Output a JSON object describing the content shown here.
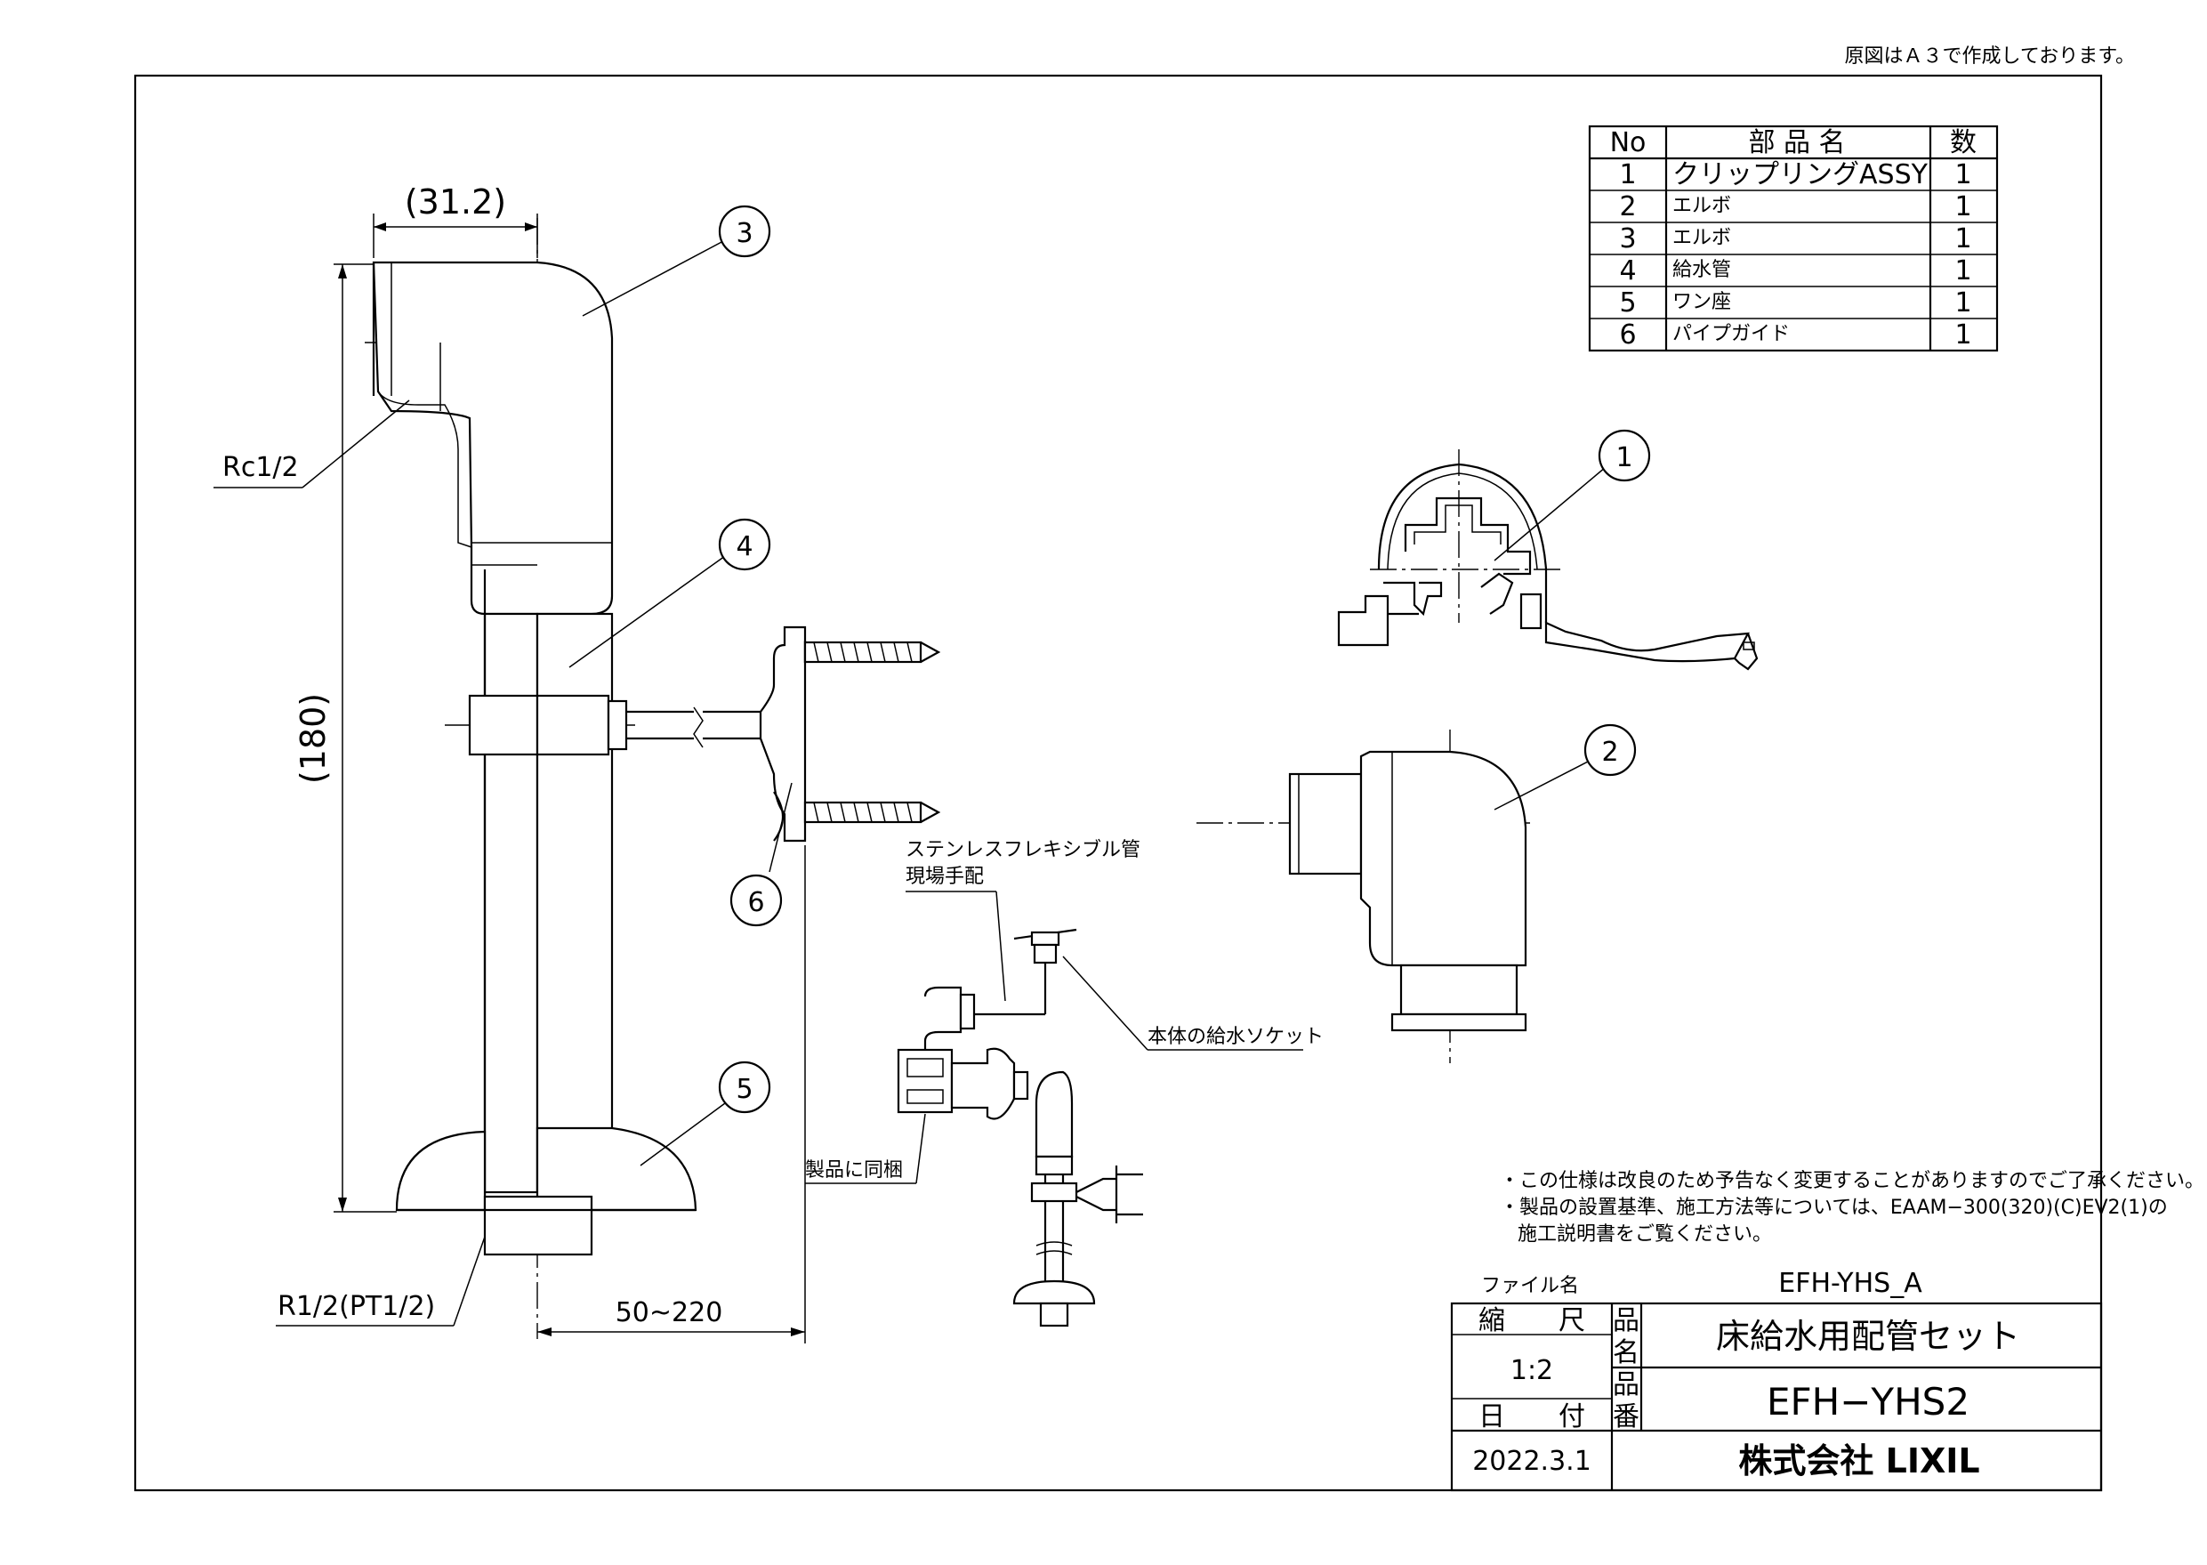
{
  "header_note": "原図はＡ３で作成しております。",
  "parts_table": {
    "headers": {
      "no": "No",
      "name": "部 品 名",
      "qty": "数"
    },
    "rows": [
      {
        "no": "1",
        "name": "クリップリングASSY",
        "qty": "1"
      },
      {
        "no": "2",
        "name": "エルボ",
        "qty": "1"
      },
      {
        "no": "3",
        "name": "エルボ",
        "qty": "1"
      },
      {
        "no": "4",
        "name": "給水管",
        "qty": "1"
      },
      {
        "no": "5",
        "name": "ワン座",
        "qty": "1"
      },
      {
        "no": "6",
        "name": "パイプガイド",
        "qty": "1"
      }
    ]
  },
  "dimensions": {
    "top_width": "(31.2)",
    "height": "(180)",
    "rc_thread": "Rc1/2",
    "r_thread": "R1/2(PT1/2)",
    "wall_distance": "50~220"
  },
  "balloons": [
    "1",
    "2",
    "3",
    "4",
    "5",
    "6"
  ],
  "annotations": {
    "flex_pipe_line1": "ステンレスフレキシブル管",
    "flex_pipe_line2": "現場手配",
    "socket": "本体の給水ソケット",
    "bundled": "製品に同梱"
  },
  "notes": [
    "・この仕様は改良のため予告なく変更することがありますのでご了承ください。",
    "・製品の設置基準、施工方法等については、EAAM−300(320)(C)EV2(1)の",
    "施工説明書をご覧ください。"
  ],
  "title_block": {
    "file_label": "ファイル名",
    "file_name": "EFH-YHS_A",
    "scale_label": "縮　　尺",
    "scale_value": "1:2",
    "date_label": "日　　付",
    "date_value": "2022.3.1",
    "product_name_label_1": "品",
    "product_name_label_2": "名",
    "product_name": "床給水用配管セット",
    "product_no_label_1": "品",
    "product_no_label_2": "番",
    "product_no": "EFH−YHS2",
    "company": "株式会社 LIXIL"
  }
}
